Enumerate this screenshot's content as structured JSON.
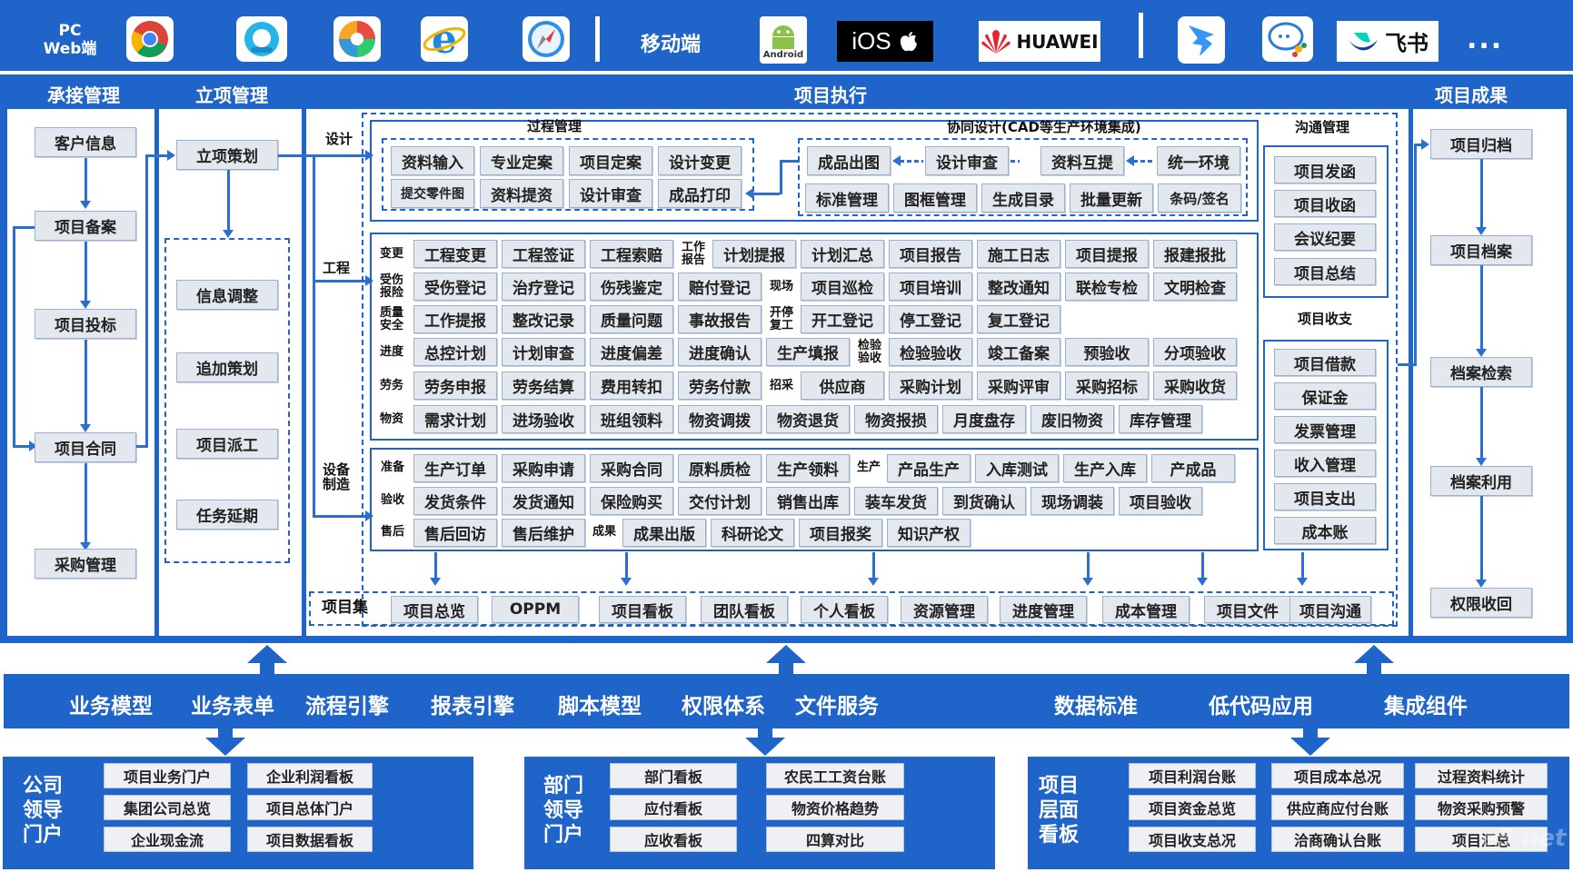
{
  "platforms": {
    "pc": "PC\nWeb端",
    "mobile": "移动端",
    "android": "Android",
    "ios": "iOS",
    "huawei": "HUAWEI",
    "feishu": "飞书",
    "more": "..."
  },
  "headers": {
    "cj": "承接管理",
    "lx": "立项管理",
    "zx": "项目执行",
    "cg": "项目成果"
  },
  "cj_items": [
    "客户信息",
    "项目备案",
    "项目投标",
    "项目合同",
    "采购管理"
  ],
  "lx_top": "立项策划",
  "lx_items": [
    "信息调整",
    "追加策划",
    "项目派工",
    "任务延期"
  ],
  "side_labels": {
    "sj": "设计",
    "gc": "工程",
    "sb": "设备\n制造"
  },
  "proc": {
    "title": "过程管理",
    "r1": [
      "资料输入",
      "专业定案",
      "项目定案",
      "设计变更"
    ],
    "r2": [
      "提交零件图",
      "资料提资",
      "设计审查",
      "成品打印"
    ]
  },
  "collab": {
    "title": "协同设计(CAD等生产环境集成)",
    "r1": [
      "成品出图",
      "设计审查",
      "资料互提",
      "统一环境"
    ],
    "r2": [
      "标准管理",
      "图框管理",
      "生成目录",
      "批量更新",
      "条码/签名"
    ]
  },
  "comm": {
    "title": "沟通管理",
    "items": [
      "项目发函",
      "项目收函",
      "会议纪要",
      "项目总结"
    ]
  },
  "fin": {
    "title": "项目收支",
    "items": [
      "项目借款",
      "保证金",
      "发票管理",
      "收入管理",
      "项目支出",
      "成本账"
    ]
  },
  "eng": {
    "rows": [
      {
        "label": "变更",
        "items": [
          "工程变更",
          "工程签证",
          "工程索赔"
        ],
        "label2": "工作\n报告",
        "items2": [
          "计划提报",
          "计划汇总",
          "项目报告",
          "施工日志",
          "项目提报",
          "报建报批"
        ]
      },
      {
        "label": "受伤\n报险",
        "items": [
          "受伤登记",
          "治疗登记",
          "伤残鉴定",
          "赔付登记"
        ],
        "label2": "现场",
        "items2": [
          "项目巡检",
          "项目培训",
          "整改通知",
          "联检专检",
          "文明检查"
        ]
      },
      {
        "label": "质量\n安全",
        "items": [
          "工作提报",
          "整改记录",
          "质量问题",
          "事故报告"
        ],
        "label2": "开停\n复工",
        "items2": [
          "开工登记",
          "停工登记",
          "复工登记"
        ]
      },
      {
        "label": "进度",
        "items": [
          "总控计划",
          "计划审查",
          "进度偏差",
          "进度确认",
          "生产填报"
        ],
        "label2": "检验\n验收",
        "items2": [
          "检验验收",
          "竣工备案",
          "预验收",
          "分项验收"
        ]
      },
      {
        "label": "劳务",
        "items": [
          "劳务申报",
          "劳务结算",
          "费用转扣",
          "劳务付款"
        ],
        "label2": "招采",
        "items2": [
          "供应商",
          "采购计划",
          "采购评审",
          "采购招标",
          "采购收货"
        ]
      },
      {
        "label": "物资",
        "items": [
          "需求计划",
          "进场验收",
          "班组领料",
          "物资调拨",
          "物资退货",
          "物资报损",
          "月度盘存",
          "废旧物资",
          "库存管理"
        ]
      }
    ]
  },
  "mfg": {
    "rows": [
      {
        "label": "准备",
        "items": [
          "生产订单",
          "采购申请",
          "采购合同",
          "原料质检",
          "生产领料"
        ],
        "label2": "生产",
        "items2": [
          "产品生产",
          "入库测试",
          "生产入库",
          "产成品"
        ]
      },
      {
        "label": "验收",
        "items": [
          "发货条件",
          "发货通知",
          "保险购买",
          "交付计划",
          "销售出库",
          "装车发货",
          "到货确认",
          "现场调装",
          "项目验收"
        ]
      },
      {
        "label": "售后",
        "items": [
          "售后回访",
          "售后维护"
        ],
        "label2": "成果",
        "items2": [
          "成果出版",
          "科研论文",
          "项目报奖",
          "知识产权"
        ]
      }
    ]
  },
  "xmj": {
    "label": "项目集",
    "items": [
      "项目总览",
      "OPPM",
      "项目看板",
      "团队看板",
      "个人看板",
      "资源管理",
      "进度管理",
      "成本管理",
      "项目文件",
      "项目沟通"
    ]
  },
  "cg_items": [
    "项目归档",
    "项目档案",
    "档案检索",
    "档案利用",
    "权限收回"
  ],
  "services": [
    "业务模型",
    "业务表单",
    "流程引擎",
    "报表引擎",
    "脚本模型",
    "权限体系",
    "文件服务",
    "数据标准",
    "低代码应用",
    "集成组件"
  ],
  "portals": [
    {
      "title": "公司\n领导\n门户",
      "items": [
        "项目业务门户",
        "企业利润看板",
        "集团公司总览",
        "项目总体门户",
        "企业现金流",
        "项目数据看板"
      ]
    },
    {
      "title": "部门\n领导\n门户",
      "items": [
        "部门看板",
        "农民工工资台账",
        "应付看板",
        "物资价格趋势",
        "应收看板",
        "四算对比"
      ]
    },
    {
      "title": "项目\n层面\n看板",
      "items": [
        "项目利润台账",
        "项目成本总况",
        "过程资料统计",
        "项目资金总览",
        "供应商应付台账",
        "物资采购预警",
        "项目收支总况",
        "洽商确认台账",
        "项目汇总"
      ]
    }
  ],
  "watermark": "e5 net"
}
